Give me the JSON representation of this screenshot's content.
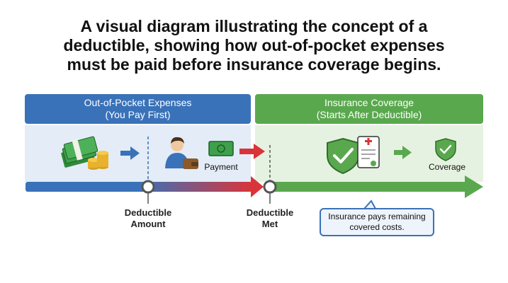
{
  "title": {
    "line1": "A visual diagram illustrating the concept of a",
    "line2": "deductible, showing how out-of-pocket expenses",
    "line3": "must be paid before insurance coverage begins."
  },
  "left_panel": {
    "heading_line1": "Out-of-Pocket Expenses",
    "heading_line2": "(You Pay First)",
    "payment_label": "Payment",
    "color": "#3a72b9"
  },
  "right_panel": {
    "heading_line1": "Insurance Coverage",
    "heading_line2": "(Starts After Deductible)",
    "coverage_label": "Coverage",
    "color": "#5aa84e"
  },
  "timeline": {
    "marker1_line1": "Deductible",
    "marker1_line2": "Amount",
    "marker2_line1": "Deductible",
    "marker2_line2": "Met"
  },
  "callout": {
    "line1": "Insurance pays remaining",
    "line2": "covered costs."
  },
  "icons": [
    "money-stack-icon",
    "coins-icon",
    "arrow-right-icon",
    "person-icon",
    "wallet-icon",
    "cash-bill-icon",
    "shield-check-icon",
    "medical-document-icon",
    "coverage-shield-icon"
  ]
}
